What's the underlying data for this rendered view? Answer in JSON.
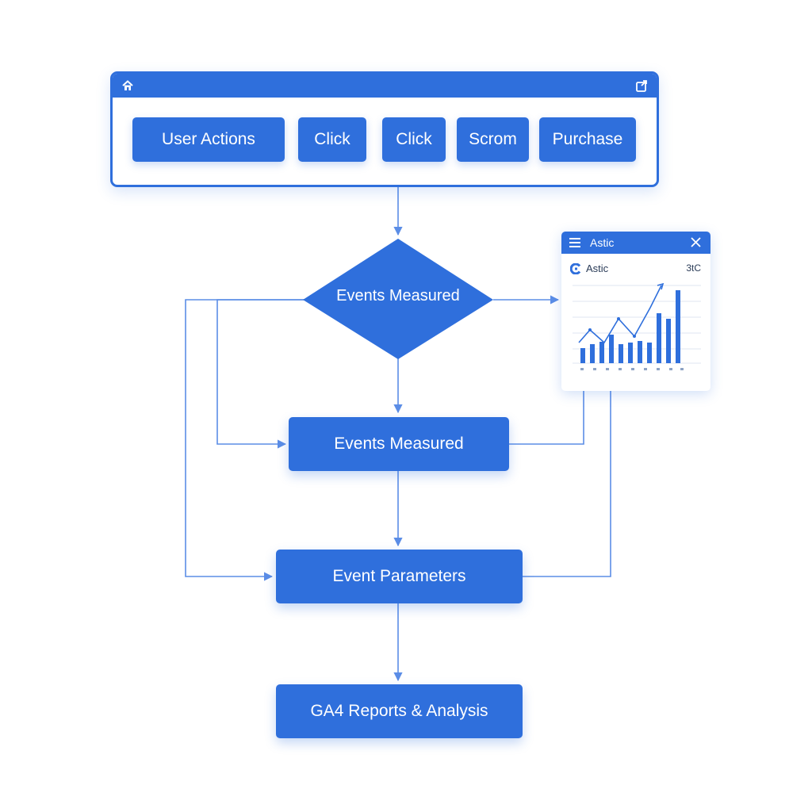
{
  "top_window": {
    "items": [
      {
        "label": "User Actions"
      },
      {
        "label": "Click"
      },
      {
        "label": "Click"
      },
      {
        "label": "Scrom"
      },
      {
        "label": "Purchase"
      }
    ]
  },
  "flow": {
    "decision_label": "Events Measured",
    "events_label": "Events Measured",
    "parameters_label": "Event Parameters",
    "reports_label": "GA4 Reports & Analysis"
  },
  "analytics_card": {
    "title": "Astic",
    "subtitle": "Astic",
    "value": "3tC",
    "accent": "#2f6fdc"
  },
  "colors": {
    "primary": "#2f6fdc",
    "connector": "#5b8de6",
    "background": "#ffffff"
  }
}
